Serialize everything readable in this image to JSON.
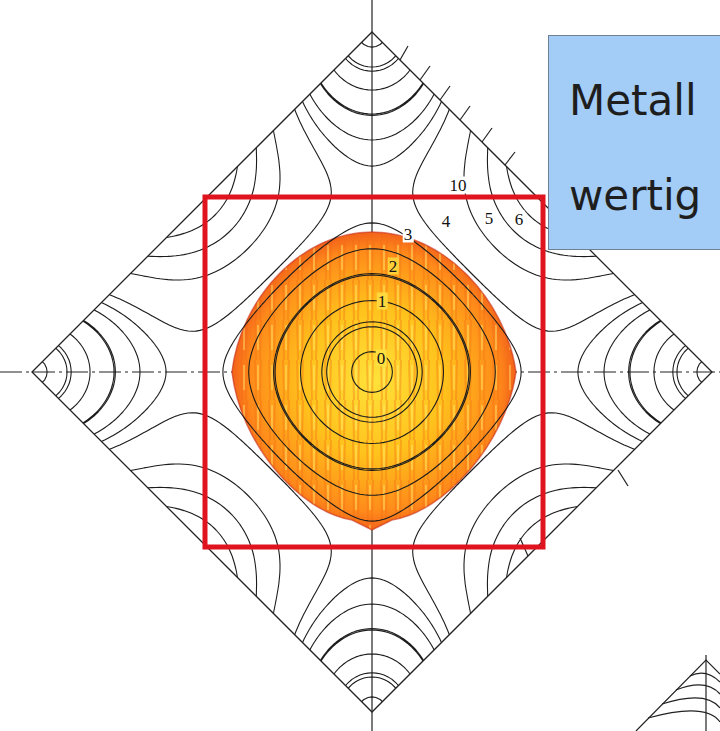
{
  "diagram": {
    "nodes": [
      {
        "text": [
          "Metall wertig"
        ]
      }
    ],
    "labels": [
      "10",
      "4",
      "5",
      "6",
      "3",
      "2",
      "1",
      "0"
    ]
  }
}
